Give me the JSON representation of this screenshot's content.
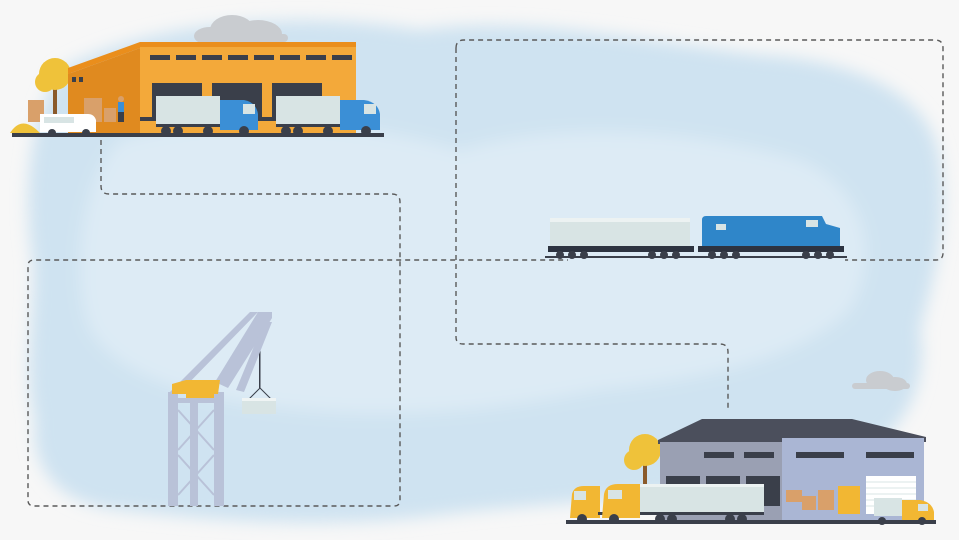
{
  "colors": {
    "background": "#f7f7f7",
    "watercolor": "#cfe3f1",
    "watercolor_light": "#e2eef7",
    "route_line": "#5a5a5a",
    "warehouse_orange": "#f3a93a",
    "warehouse_orange_dark": "#e08a1f",
    "warehouse_roof_orange": "#ea8e1c",
    "warehouse_gray": "#9aa0b3",
    "warehouse_blue": "#aab6d4",
    "warehouse_roof_dark": "#4b4f5c",
    "truck_blue": "#3b8fd6",
    "truck_yellow": "#f2b733",
    "container_light": "#d8e4e4",
    "crane_frame": "#b9c2d8",
    "crane_accent": "#f2b733",
    "locomotive_blue": "#2f86c9",
    "railcar_dark": "#2d3340",
    "tree_yellow": "#efc23a",
    "tree_trunk": "#8a5a2b",
    "cloud": "#c9ccd0",
    "pallet_brown": "#d9a06a",
    "ground_dark": "#3a3f4a"
  },
  "scene": {
    "nodes": [
      {
        "id": "origin-warehouse",
        "kind": "warehouse",
        "icon": "warehouse-icon"
      },
      {
        "id": "port-crane",
        "kind": "crane",
        "icon": "crane-icon"
      },
      {
        "id": "freight-train",
        "kind": "train",
        "icon": "train-icon"
      },
      {
        "id": "destination-warehouse",
        "kind": "warehouse",
        "icon": "warehouse-icon"
      }
    ],
    "route": [
      "origin-warehouse",
      "port-crane",
      "freight-train",
      "destination-warehouse"
    ]
  }
}
